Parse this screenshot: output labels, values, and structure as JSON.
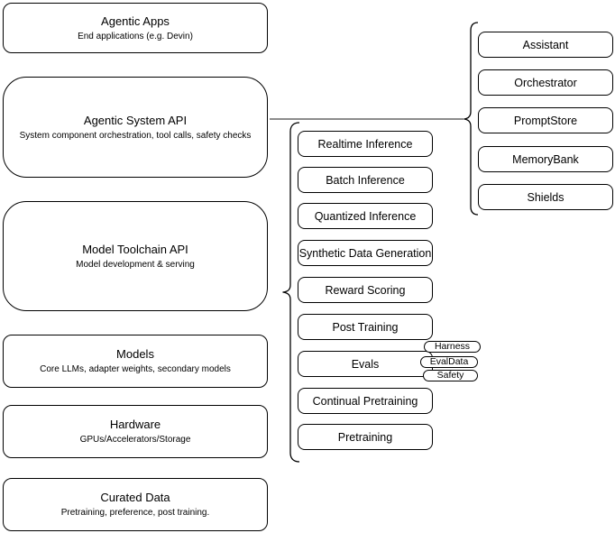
{
  "colors": {
    "background": "#ffffff",
    "box_border": "#000000",
    "text": "#000000",
    "connector_line": "#666666"
  },
  "left_column": {
    "boxes": [
      {
        "title": "Agentic Apps",
        "subtitle": "End applications (e.g. Devin)"
      },
      {
        "title": "Agentic System API",
        "subtitle": "System component orchestration, tool calls, safety checks"
      },
      {
        "title": "Model Toolchain API",
        "subtitle": "Model development & serving"
      },
      {
        "title": "Models",
        "subtitle": "Core LLMs, adapter weights, secondary models"
      },
      {
        "title": "Hardware",
        "subtitle": "GPUs/Accelerators/Storage"
      },
      {
        "title": "Curated Data",
        "subtitle": "Pretraining, preference, post training."
      }
    ]
  },
  "toolchain_services": {
    "boxes": [
      {
        "label": "Realtime Inference"
      },
      {
        "label": "Batch Inference"
      },
      {
        "label": "Quantized Inference"
      },
      {
        "label": "Synthetic Data Generation"
      },
      {
        "label": "Reward Scoring"
      },
      {
        "label": "Post Training"
      },
      {
        "label": "Evals"
      },
      {
        "label": "Continual Pretraining"
      },
      {
        "label": "Pretraining"
      }
    ],
    "eval_tags": [
      {
        "label": "Harness"
      },
      {
        "label": "EvalData"
      },
      {
        "label": "Safety"
      }
    ]
  },
  "system_services": {
    "boxes": [
      {
        "label": "Assistant"
      },
      {
        "label": "Orchestrator"
      },
      {
        "label": "PromptStore"
      },
      {
        "label": "MemoryBank"
      },
      {
        "label": "Shields"
      }
    ]
  }
}
